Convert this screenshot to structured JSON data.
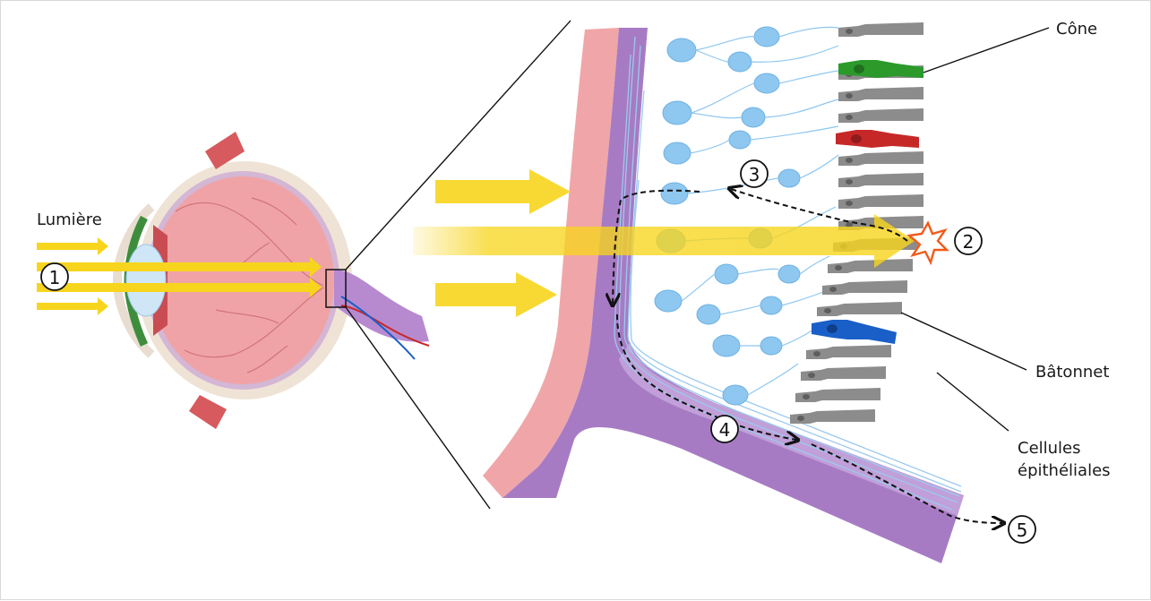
{
  "labels": {
    "light": "Lumière",
    "cone": "Cône",
    "rod": "Bâtonnet",
    "epithelial_line1": "Cellules",
    "epithelial_line2": "épithéliales"
  },
  "steps": [
    "1",
    "2",
    "3",
    "4",
    "5"
  ],
  "colors": {
    "light": "#f7d51d",
    "retina_pink": "#f0a6a8",
    "retina_purple": "#a77bc4",
    "nerve_cells": "#8ec7ef",
    "rod": "#8c8c8c",
    "cone_green": "#2b9a2b",
    "cone_red": "#c62828",
    "cone_blue": "#1a5fc8",
    "spark": "#f25a1a"
  }
}
